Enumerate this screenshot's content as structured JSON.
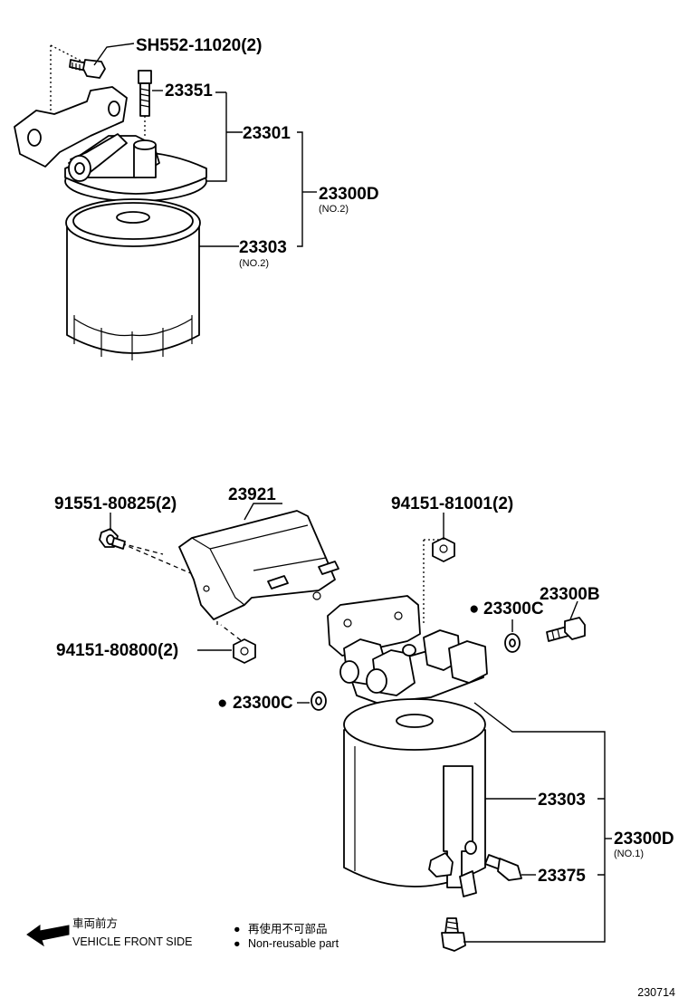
{
  "upper_assembly": {
    "bolt_label": "SH552-11020(2)",
    "vent_plug_label": "23351",
    "bracket_label": "23301",
    "assembly_label": "23300D",
    "assembly_sub": "(NO.2)",
    "filter_label": "23303",
    "filter_sub": "(NO.2)"
  },
  "lower_assembly": {
    "bolt_label": "91551-80825(2)",
    "bracket_label": "23921",
    "nut_upper_label": "94151-81001(2)",
    "nut_lower_label": "94151-80800(2)",
    "gasket_right_label": "23300C",
    "union_bolt_label": "23300B",
    "gasket_left_label": "23300C",
    "filter_label": "23303",
    "sensor_label": "23375",
    "assembly_label": "23300D",
    "assembly_sub": "(NO.1)"
  },
  "legend": {
    "direction_jp": "車両前方",
    "direction_en": "VEHICLE FRONT SIDE",
    "nonreusable_jp": "再使用不可部品",
    "nonreusable_en": "Non-reusable part",
    "bullet": "●"
  },
  "footer": {
    "diagram_code": "230714"
  },
  "icons": {
    "bolt": "bolt-icon",
    "nut": "nut-icon",
    "gasket": "gasket-icon",
    "filter": "fuel-filter-icon",
    "arrow": "arrow-left-down-icon"
  }
}
